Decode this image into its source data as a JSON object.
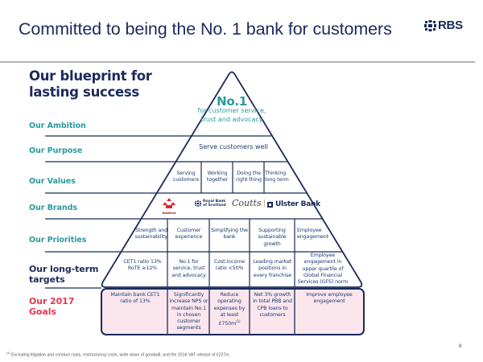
{
  "header": {
    "title": "Committed to being the No. 1 bank for customers",
    "logo_text": "RBS",
    "logo_icon": "rbs-daisy-wheel-icon"
  },
  "blueprint_title": "Our blueprint for lasting success",
  "row_labels": {
    "ambition": "Our Ambition",
    "purpose": "Our Purpose",
    "values": "Our Values",
    "brands": "Our Brands",
    "priorities": "Our Priorities",
    "long_term_line1": "Our long-term",
    "long_term_line2": "targets",
    "goals_line1": "Our 2017",
    "goals_line2": "Goals"
  },
  "ambition": {
    "headline": "No.1",
    "sub": "for customer service, trust and advocacy"
  },
  "purpose": "Serve customers well",
  "values": [
    "Serving customers",
    "Working together",
    "Doing the right thing",
    "Thinking long term"
  ],
  "brands": [
    {
      "name": "NatWest",
      "icon": "natwest-logo-icon"
    },
    {
      "name": "Royal Bank of Scotland",
      "line1": "Royal Bank",
      "line2": "of Scotland",
      "icon": "rbs-daisy-wheel-icon"
    },
    {
      "name": "Coutts",
      "icon": "coutts-crown-icon"
    },
    {
      "name": "Ulster Bank",
      "icon": "ulster-bank-square-icon"
    }
  ],
  "priorities": [
    "Strength and sustainability",
    "Customer experience",
    "Simplifying the bank",
    "Supporting sustainable growth",
    "Employee engagement"
  ],
  "long_term_targets": [
    "CET1 ratio 13% RoTE ≥12%",
    "No.1 for service, trust and advocacy",
    "Cost:income ratio <50%",
    "Leading market positions in every franchise",
    "Employee engagement in upper quartile of Global Financial Services (GFS) norm"
  ],
  "goals_2017": [
    "Maintain bank CET1 ratio of 13%",
    "Significantly increase NPS or maintain No.1 in chosen customer segments",
    "Reduce operating expenses by at least £750m",
    "Net 3% growth in total PBB and CPB loans to customers",
    "Improve employee engagement"
  ],
  "goal_footnote_marker": "(1)",
  "footnote": {
    "marker": "(1)",
    "text": "Excluding litigation and conduct costs, restructuring costs, write down of goodwill, and the 2016 VAT release of £227m."
  },
  "page_number": "8",
  "colors": {
    "navy": "#1b2a5c",
    "teal": "#2a9a9f",
    "goals_pink": "#e4364f",
    "goals_fill": "#fbe6ee",
    "rule_gray": "#b3b3b3",
    "natwest_red": "#e0262a"
  }
}
